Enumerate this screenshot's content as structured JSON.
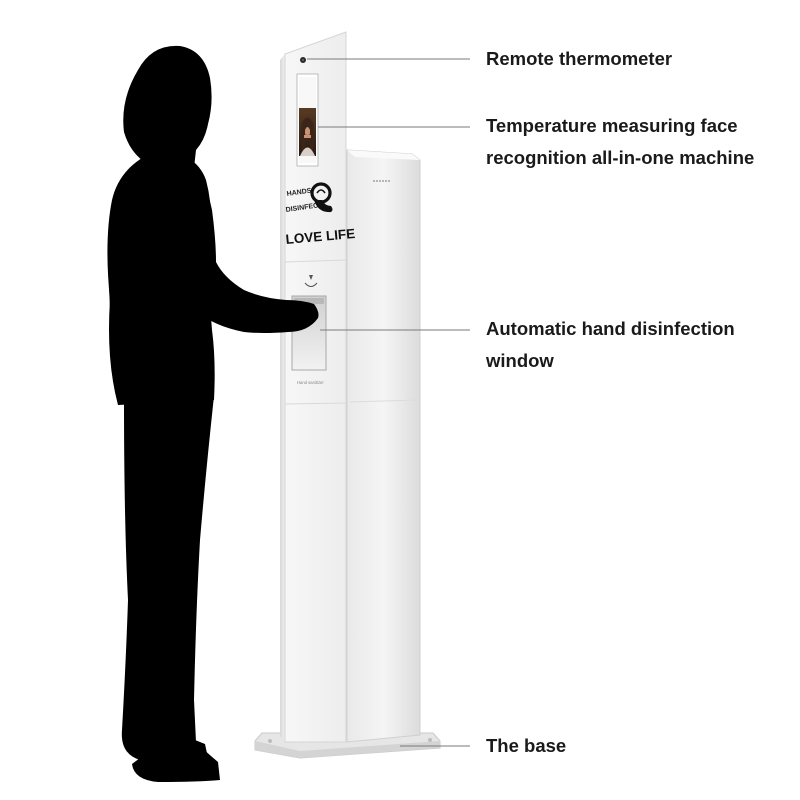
{
  "panel": {
    "line1": "HANDS",
    "line2": "DISINFECT",
    "slogan": "LOVE LIFE"
  },
  "window_caption": "Hand sanitizer",
  "callouts": {
    "thermometer": "Remote thermometer",
    "face_line1": "Temperature measuring face",
    "face_line2": "recognition all-in-one machine",
    "hand_line1": "Automatic hand disinfection",
    "hand_line2": "window",
    "base": "The base"
  },
  "colors": {
    "silhouette": "#000000",
    "kiosk_white": "#f4f4f4",
    "leader_line": "#7a7a7a",
    "label_text": "#1a1a1a"
  },
  "icons": {
    "brand_mark": "hand-swirl-icon",
    "sensor": "camera-dot-icon",
    "hand_symbol": "hand-icon"
  }
}
